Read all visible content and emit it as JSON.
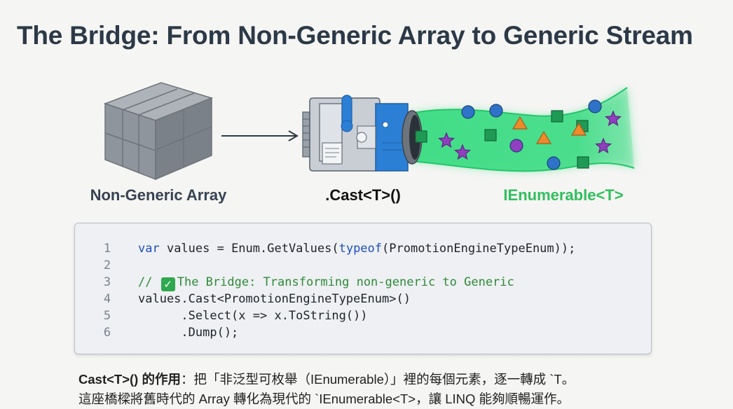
{
  "title": "The Bridge: From Non-Generic Array to Generic Stream",
  "diagram": {
    "array_label": "Non-Generic Array",
    "cast_label": ".Cast<T>()",
    "stream_label": "IEnumerable<T>",
    "colors": {
      "box": "#8e949b",
      "machine_blue": "#2b7fd4",
      "stream_green": "#3ddc84",
      "accent_green": "#2fbf5e",
      "circle_blue": "#2f73c9",
      "triangle_orange": "#ee8a2a",
      "star_purple": "#8f3fbf",
      "square_green": "#1f9a55"
    },
    "stream_shapes": [
      "square",
      "star",
      "circle",
      "square",
      "triangle",
      "circle",
      "square",
      "triangle",
      "circle",
      "square",
      "star",
      "circle",
      "triangle",
      "star",
      "circle",
      "star",
      "square"
    ]
  },
  "code": {
    "lines": [
      {
        "num": "1",
        "parts": [
          {
            "t": "var",
            "c": "kw"
          },
          {
            "t": " values = Enum.GetValues(",
            "c": ""
          },
          {
            "t": "typeof",
            "c": "kw"
          },
          {
            "t": "(PromotionEngineTypeEnum));",
            "c": ""
          }
        ]
      },
      {
        "num": "2",
        "parts": []
      },
      {
        "num": "3",
        "parts": [
          {
            "t": "// ",
            "c": "cm"
          },
          {
            "t": "✓",
            "c": "check"
          },
          {
            "t": "The Bridge: Transforming non-generic to Generic",
            "c": "cm"
          }
        ]
      },
      {
        "num": "4",
        "parts": [
          {
            "t": "values.Cast<PromotionEngineTypeEnum>()",
            "c": ""
          }
        ]
      },
      {
        "num": "5",
        "parts": [
          {
            "t": "      .Select(x => x.ToString())",
            "c": ""
          }
        ]
      },
      {
        "num": "6",
        "parts": [
          {
            "t": "      .Dump();",
            "c": ""
          }
        ]
      }
    ]
  },
  "description": {
    "line1_bold": "Cast<T>() 的作用",
    "line1_rest": "：把「非泛型可枚舉（IEnumerable）」裡的每個元素，逐一轉成 `T。",
    "line2": "這座橋樑將舊時代的 Array 轉化為現代的 `IEnumerable<T>，讓 LINQ 能夠順暢運作。"
  }
}
